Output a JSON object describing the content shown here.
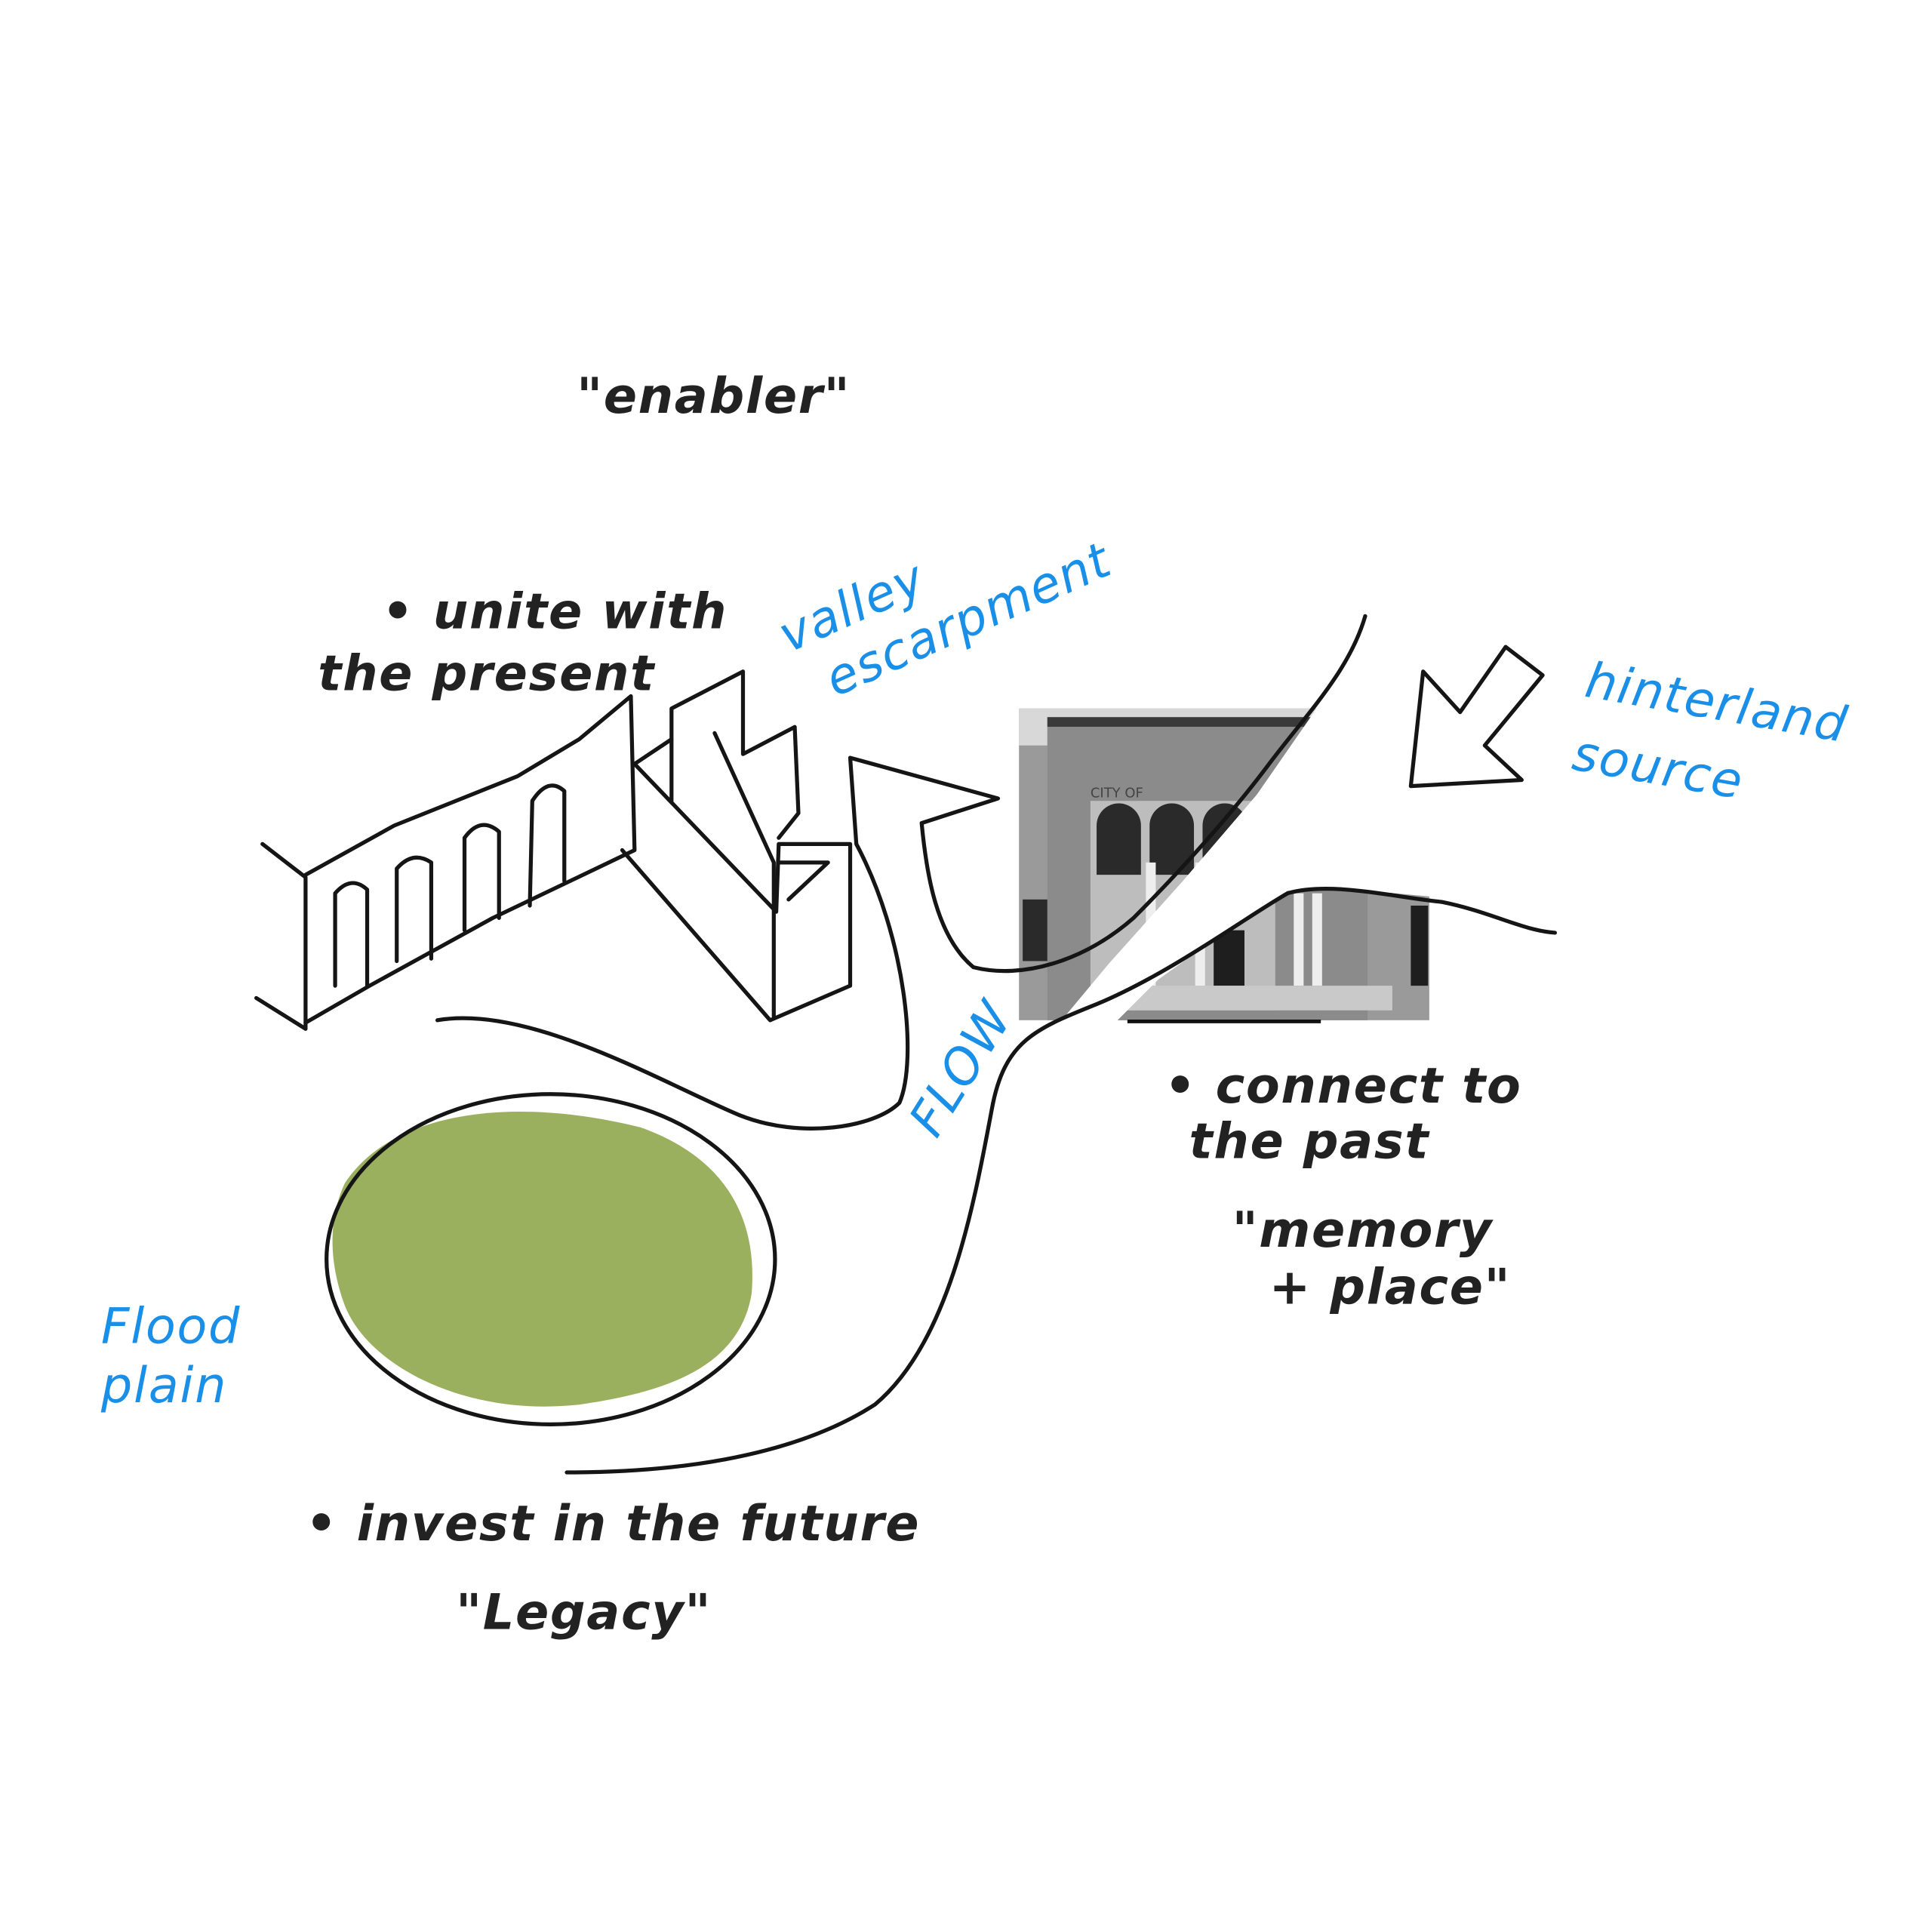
{
  "labels": {
    "enabler": "\"enabler\"",
    "unite_line1": "• unite with",
    "unite_line2": "the present",
    "valley_line1": "valley",
    "valley_line2": "escarpment",
    "hinterland_line1": "hinterland",
    "hinterland_line2": "source",
    "connect_line1": "• connect to",
    "connect_line2": "the past",
    "memory_line1": "\"memory",
    "memory_line2": "+ place\"",
    "flow": "FLOW",
    "flood_line1": "Flood",
    "flood_line2": "plain",
    "invest": "• invest in the future",
    "legacy": "\"Legacy\""
  },
  "photo_signage": "CITY OF",
  "colors": {
    "ink": "#151515",
    "annotation_blue": "#1a8fe8",
    "floodplain_green": "#9bb05e"
  }
}
